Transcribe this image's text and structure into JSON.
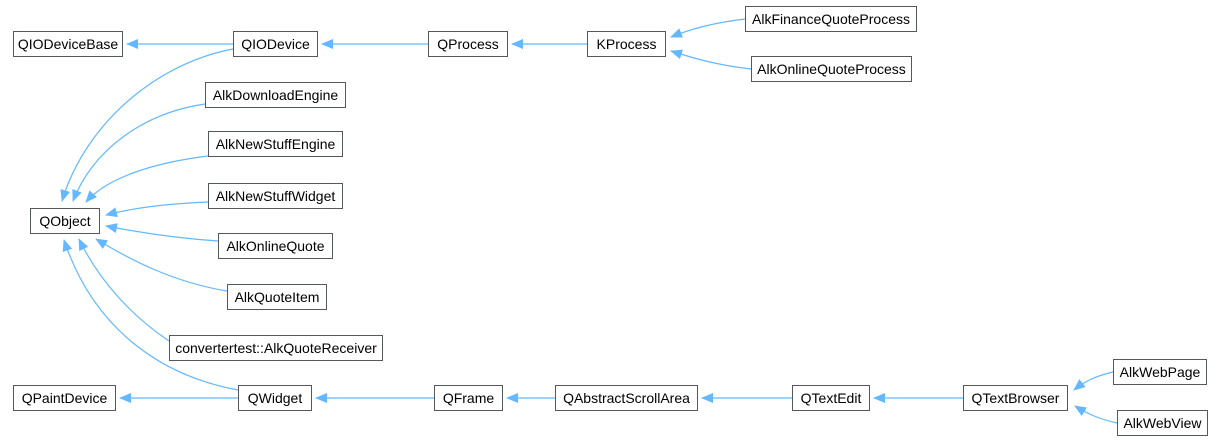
{
  "diagram": {
    "type": "class-inheritance-graph",
    "colors": {
      "edge": "#63B8FF",
      "node_border": "#54585A",
      "node_bg": "#FFFFFF",
      "text": "#000000",
      "background": "#FFFFFF"
    },
    "nodes": [
      {
        "label": "QIODeviceBase"
      },
      {
        "label": "QIODevice"
      },
      {
        "label": "QProcess"
      },
      {
        "label": "KProcess"
      },
      {
        "label": "AlkFinanceQuoteProcess"
      },
      {
        "label": "AlkOnlineQuoteProcess"
      },
      {
        "label": "AlkDownloadEngine"
      },
      {
        "label": "AlkNewStuffEngine"
      },
      {
        "label": "AlkNewStuffWidget"
      },
      {
        "label": "QObject"
      },
      {
        "label": "AlkOnlineQuote"
      },
      {
        "label": "AlkQuoteItem"
      },
      {
        "label": "convertertest::AlkQuoteReceiver"
      },
      {
        "label": "QPaintDevice"
      },
      {
        "label": "QWidget"
      },
      {
        "label": "QFrame"
      },
      {
        "label": "QAbstractScrollArea"
      },
      {
        "label": "QTextEdit"
      },
      {
        "label": "QTextBrowser"
      },
      {
        "label": "AlkWebPage"
      },
      {
        "label": "AlkWebView"
      }
    ],
    "edges": [
      {
        "from": "QIODevice",
        "to": "QIODeviceBase"
      },
      {
        "from": "QProcess",
        "to": "QIODevice"
      },
      {
        "from": "KProcess",
        "to": "QProcess"
      },
      {
        "from": "AlkFinanceQuoteProcess",
        "to": "KProcess"
      },
      {
        "from": "AlkOnlineQuoteProcess",
        "to": "KProcess"
      },
      {
        "from": "QIODevice",
        "to": "QObject"
      },
      {
        "from": "AlkDownloadEngine",
        "to": "QObject"
      },
      {
        "from": "AlkNewStuffEngine",
        "to": "QObject"
      },
      {
        "from": "AlkNewStuffWidget",
        "to": "QObject"
      },
      {
        "from": "AlkOnlineQuote",
        "to": "QObject"
      },
      {
        "from": "AlkQuoteItem",
        "to": "QObject"
      },
      {
        "from": "convertertest::AlkQuoteReceiver",
        "to": "QObject"
      },
      {
        "from": "QWidget",
        "to": "QObject"
      },
      {
        "from": "QWidget",
        "to": "QPaintDevice"
      },
      {
        "from": "QFrame",
        "to": "QWidget"
      },
      {
        "from": "QAbstractScrollArea",
        "to": "QFrame"
      },
      {
        "from": "QTextEdit",
        "to": "QAbstractScrollArea"
      },
      {
        "from": "QTextBrowser",
        "to": "QTextEdit"
      },
      {
        "from": "AlkWebPage",
        "to": "QTextBrowser"
      },
      {
        "from": "AlkWebView",
        "to": "QTextBrowser"
      }
    ]
  }
}
